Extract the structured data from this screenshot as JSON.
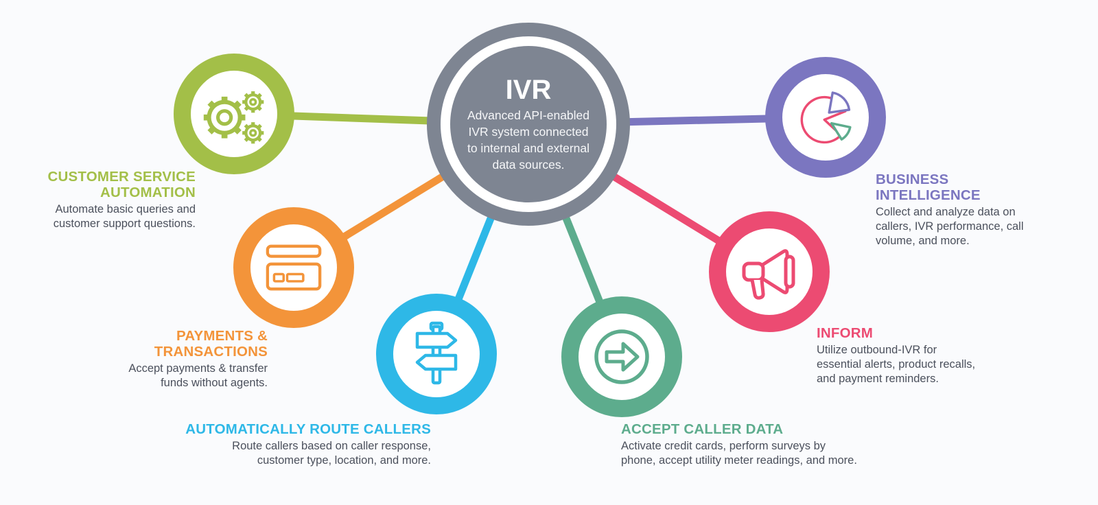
{
  "page": {
    "background_color": "#fafbfd"
  },
  "hub": {
    "title": "IVR",
    "description": "Advanced API-enabled\nIVR system connected\nto internal and external\ndata sources.",
    "color": "#7e8592"
  },
  "nodes": [
    {
      "id": "customer-service-automation",
      "heading": "CUSTOMER SERVICE\nAUTOMATION",
      "body": "Automate basic queries and\ncustomer support questions.",
      "color": "#a3bf48",
      "icon": "gears-icon"
    },
    {
      "id": "payments-transactions",
      "heading": "PAYMENTS &\nTRANSACTIONS",
      "body": "Accept payments & transfer\nfunds without agents.",
      "color": "#f3943a",
      "icon": "credit-card-icon"
    },
    {
      "id": "automatically-route-callers",
      "heading": "AUTOMATICALLY ROUTE CALLERS",
      "body": "Route callers based on caller response,\ncustomer type, location, and more.",
      "color": "#2eb8e7",
      "icon": "signpost-icon"
    },
    {
      "id": "accept-caller-data",
      "heading": "ACCEPT CALLER DATA",
      "body": "Activate credit cards, perform surveys by\nphone, accept utility meter readings, and more.",
      "color": "#5dac8d",
      "icon": "arrow-circle-icon"
    },
    {
      "id": "inform",
      "heading": "INFORM",
      "body": "Utilize outbound-IVR for\nessential alerts, product recalls,\nand payment reminders.",
      "color": "#ec4b72",
      "icon": "megaphone-icon"
    },
    {
      "id": "business-intelligence",
      "heading": "BUSINESS\nINTELLIGENCE",
      "body": "Collect and analyze data on\ncallers, IVR performance, call\nvolume, and more.",
      "color": "#7b76c0",
      "icon": "pie-chart-icon"
    }
  ],
  "palette": {
    "hub_gray": "#7e8592",
    "green": "#a3bf48",
    "orange": "#f3943a",
    "cyan": "#2eb8e7",
    "teal": "#5dac8d",
    "pink": "#ec4b72",
    "purple": "#7b76c0",
    "body_text": "#4b505c",
    "background": "#fafbfd"
  }
}
